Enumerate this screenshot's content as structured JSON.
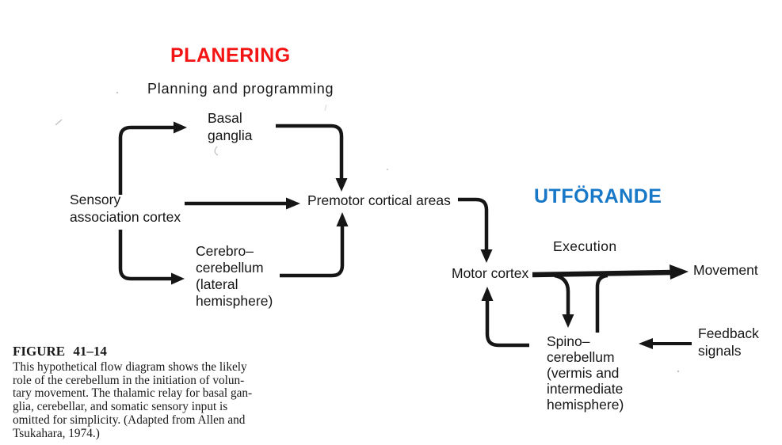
{
  "headings": {
    "planning": {
      "label": "PLANERING",
      "color": "#f51414"
    },
    "execution": {
      "label": "UTFÖRANDE",
      "color": "#1878c8"
    }
  },
  "diagram": {
    "line_color": "#161616",
    "planning_subtitle": "Planning and programming",
    "execution_subtitle": "Execution",
    "nodes": {
      "basal_ganglia": {
        "lines": [
          "Basal",
          "ganglia"
        ]
      },
      "sensory_association_cortex": {
        "lines": [
          "Sensory",
          "association cortex"
        ]
      },
      "cerebrocerebellum": {
        "lines": [
          "Cerebro–",
          "cerebellum",
          "(lateral",
          "hemisphere)"
        ]
      },
      "premotor": {
        "label": "Premotor cortical areas"
      },
      "motor_cortex": {
        "label": "Motor cortex"
      },
      "movement": {
        "label": "Movement"
      },
      "spinocerebellum": {
        "lines": [
          "Spino–",
          "cerebellum",
          "(vermis and",
          "intermediate",
          "hemisphere)"
        ]
      },
      "feedback_signals": {
        "lines": [
          "Feedback",
          "signals"
        ]
      }
    },
    "connections": [
      "sensory-association-cortex -> basal-ganglia",
      "sensory-association-cortex -> cerebrocerebellum",
      "sensory-association-cortex -> premotor-cortical-areas",
      "basal-ganglia -> premotor-cortical-areas",
      "cerebrocerebellum -> premotor-cortical-areas",
      "premotor-cortical-areas -> motor-cortex",
      "motor-cortex -> movement",
      "motor-cortex-output -> spinocerebellum",
      "spinocerebellum -> motor-cortex-output-line",
      "spinocerebellum -> motor-cortex",
      "feedback-signals -> spinocerebellum"
    ]
  },
  "caption": {
    "figure_label": "FIGURE 41–14",
    "lines": [
      "This hypothetical flow diagram shows the likely",
      "role of the cerebellum in the initiation of volun-",
      "tary movement. The thalamic relay for basal gan-",
      "glia, cerebellar, and somatic sensory input is",
      "omitted for simplicity. (Adapted from Allen and",
      "Tsukahara, 1974.)"
    ]
  }
}
